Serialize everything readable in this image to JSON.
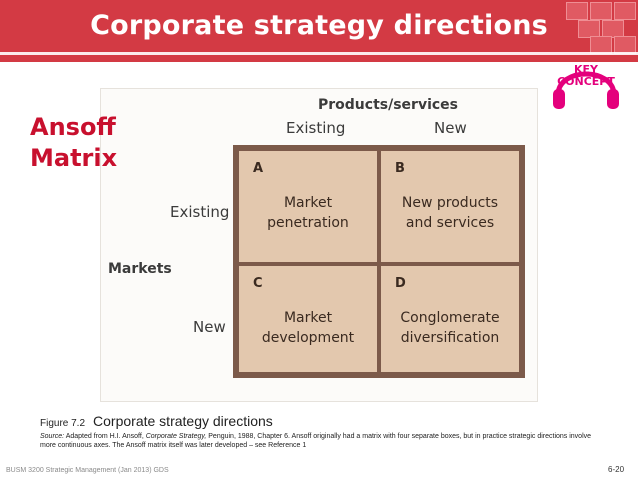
{
  "slide": {
    "title": "Corporate strategy directions",
    "heading": [
      "Ansoff",
      "Matrix"
    ],
    "badge": {
      "line1": "KEY",
      "line2": "CONCEPT",
      "icon": "headphones-icon",
      "color": "#e4007c"
    }
  },
  "figure": {
    "column_axis_title": "Products/services",
    "column_existing": "Existing",
    "column_new": "New",
    "row_axis_title": "Markets",
    "row_existing": "Existing",
    "row_new": "New",
    "cells": [
      {
        "letter": "A",
        "line1": "Market",
        "line2": "penetration"
      },
      {
        "letter": "B",
        "line1": "New products",
        "line2": "and services"
      },
      {
        "letter": "C",
        "line1": "Market",
        "line2": "development"
      },
      {
        "letter": "D",
        "line1": "Conglomerate",
        "line2": "diversification"
      }
    ]
  },
  "caption": {
    "figure_no": "Figure 7.2",
    "title": "Corporate strategy directions",
    "source_prefix": "Source:",
    "source_text_1": "Adapted from H.I. Ansoff,",
    "source_book": "Corporate Strategy,",
    "source_text_2": "Penguin, 1988, Chapter 6. Ansoff originally had a matrix with four separate boxes, but in practice strategic directions involve",
    "source_line2": "more continuous axes. The Ansoff matrix itself was later developed – see Reference 1"
  },
  "footer": {
    "course": "BUSM 3200  Strategic Management (Jan 2013) GDS",
    "page": "6-20"
  },
  "colors": {
    "title_bar": "#d33a44",
    "heading": "#c8102e",
    "matrix_cell": "#e3c8ae",
    "matrix_border": "#7c5a4a"
  }
}
